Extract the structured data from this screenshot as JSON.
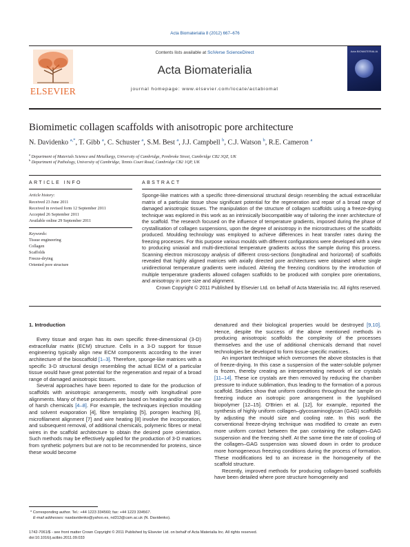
{
  "journal_ref": "Acta Biomaterialia 8 (2012) 667–676",
  "header": {
    "contents_prefix": "Contents lists available at ",
    "contents_link": "SciVerse ScienceDirect",
    "journal_title": "Acta Biomaterialia",
    "homepage": "journal homepage: www.elsevier.com/locate/actabiomat",
    "publisher_logo": "ELSEVIER",
    "cover_title": "Acta BIOMATERIALIA"
  },
  "article": {
    "title": "Biomimetic collagen scaffolds with anisotropic pore architecture",
    "authors": [
      {
        "name": "N. Davidenko",
        "sup": "a,*"
      },
      {
        "name": "T. Gibb",
        "sup": "a"
      },
      {
        "name": "C. Schuster",
        "sup": "a"
      },
      {
        "name": "S.M. Best",
        "sup": "a"
      },
      {
        "name": "J.J. Campbell",
        "sup": "b"
      },
      {
        "name": "C.J. Watson",
        "sup": "b"
      },
      {
        "name": "R.E. Cameron",
        "sup": "a"
      }
    ],
    "affiliations": [
      {
        "sup": "a",
        "text": "Department of Materials Science and Metallurgy, University of Cambridge, Pembroke Street, Cambridge CB2 3QZ, UK"
      },
      {
        "sup": "b",
        "text": "Department of Pathology, University of Cambridge, Tennis Court Road, Cambridge CB2 1QP, UK"
      }
    ]
  },
  "article_info": {
    "heading": "ARTICLE INFO",
    "history_label": "Article history:",
    "history": [
      "Received 23 June 2011",
      "Received in revised form 12 September 2011",
      "Accepted 26 September 2011",
      "Available online 29 September 2011"
    ],
    "keywords_label": "Keywords:",
    "keywords": [
      "Tissue engineering",
      "Collagen",
      "Scaffolds",
      "Freeze-drying",
      "Oriented pore structure"
    ]
  },
  "abstract": {
    "heading": "ABSTRACT",
    "text": "Sponge-like matrices with a specific three-dimensional structural design resembling the actual extracellular matrix of a particular tissue show significant potential for the regeneration and repair of a broad range of damaged anisotropic tissues. The manipulation of the structure of collagen scaffolds using a freeze-drying technique was explored in this work as an intrinsically biocompatible way of tailoring the inner architecture of the scaffold. The research focused on the influence of temperature gradients, imposed during the phase of crystallisation of collagen suspensions, upon the degree of anisotropy in the microstructures of the scaffolds produced. Moulding technology was employed to achieve differences in heat transfer rates during the freezing processes. For this purpose various moulds with different configurations were developed with a view to producing uniaxial and multi-directional temperature gradients across the sample during this process. Scanning electron microscopy analysis of different cross-sections (longitudinal and horizontal) of scaffolds revealed that highly aligned matrices with axially directed pore architectures were obtained where single unidirectional temperature gradients were induced. Altering the freezing conditions by the introduction of multiple temperature gradients allowed collagen scaffolds to be produced with complex pore orientations, and anisotropy in pore size and alignment.",
    "copyright": "Crown Copyright © 2011 Published by Elsevier Ltd. on behalf of Acta Materialia Inc. All rights reserved."
  },
  "intro": {
    "heading": "1. Introduction",
    "left": [
      [
        "Every tissue and organ has its own specific three-dimensional (3-D) extracellular matrix (ECM) structure. Cells in a 3-D support for tissue engineering typically align new ECM components according to the inner architecture of the bioscaffold ",
        "[1–3]",
        ". Therefore, sponge-like matrices with a specific 3-D structural design resembling the actual ECM of a particular tissue would have great potential for the regeneration and repair of a broad range of damaged anisotropic tissues."
      ],
      [
        "Several approaches have been reported to date for the production of scaffolds with anisotropic arrangements, mostly with longitudinal pore alignments. Many of these procedures are based on heating and/or the use of harsh chemicals ",
        "[4–8]",
        ". For example, the techniques injection moulding and solvent evaporation [4], fibre templating [5], porogen leaching [6], microfilament alignment [7] and wire heating [8] involve the incorporation, and subsequent removal, of additional chemicals, polymeric fibres or metal wires in the scaffold architecture to obtain the desired pore orientation. Such methods may be effectively applied for the production of 3-D matrices from synthetic polymers but are not to be recommended for proteins, since these would become"
      ]
    ],
    "right": [
      [
        "denatured and their biological properties would be destroyed ",
        "[9,10]",
        ". Hence, despite the success of the above mentioned methods in producing anisotropic scaffolds the complexity of the processes themselves and the use of additional chemicals demand that novel technologies be developed to form tissue-specific matrices."
      ],
      [
        "An important technique which overcomes the above obstacles is that of freeze-drying. In this case a suspension of the water-soluble polymer is frozen, thereby creating an interpenetrating network of ice crystals ",
        "[11–14]",
        ". These ice crystals are then removed by reducing the chamber pressure to induce sublimation, thus leading to the formation of a porous scaffold. Studies show that uniform conditions throughout the sample on freezing induce an isotropic pore arrangement in the lyophilised biopolymer [12–15]. O'Brien et al. [12], for example, reported the synthesis of highly uniform collagen–glycosaminoglycan (GAG) scaffolds by adjusting the mould size and cooling rate. In this work the conventional freeze-drying technique was modified to create an even more uniform contact between the pan containing the collagen–GAG suspension and the freezing shelf. At the same time the rate of cooling of the collagen–GAG suspension was slowed down in order to produce more homogeneous freezing conditions during the process of formation. These modifications led to an increase in the homogeneity of the scaffold structure."
      ],
      [
        "Recently, improved methods for producing collagen-based scaffolds have been detailed where pore structure homogeneity and",
        "",
        ""
      ]
    ]
  },
  "footnotes": {
    "corresponding": "* Corresponding author. Tel.: +44 1223 334560; fax: +44 1223 334567.",
    "email_label": "E-mail addresses:",
    "emails": "nasdavidenko@yahoo.es, nd313@cam.ac.uk (N. Davidenko)."
  },
  "bottom": {
    "issn_line": "1742-7061/$ - see front matter Crown Copyright © 2011 Published by Elsevier Ltd. on behalf of Acta Materialia Inc. All rights reserved.",
    "doi": "doi:10.1016/j.actbio.2011.09.033"
  }
}
